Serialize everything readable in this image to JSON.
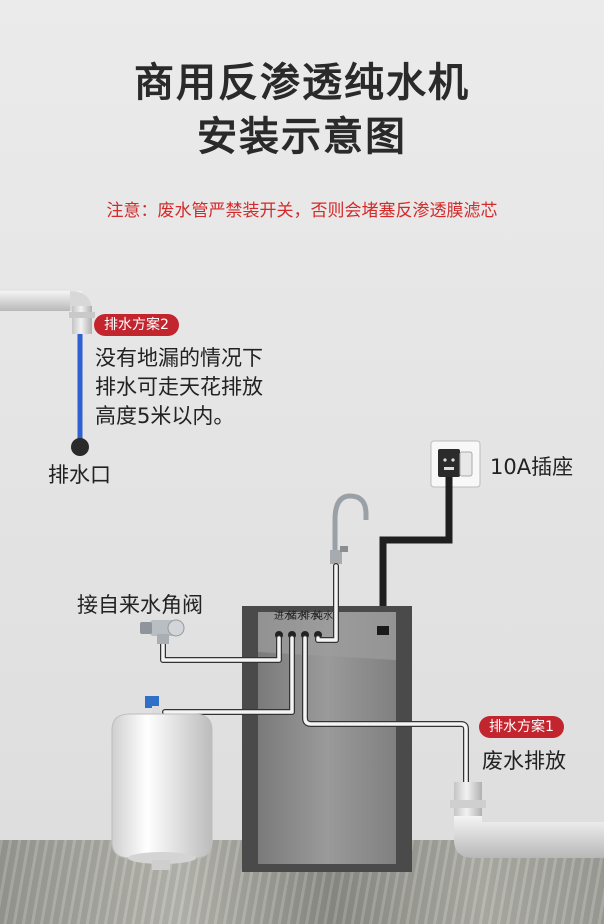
{
  "title": {
    "line1": "商用反渗透纯水机",
    "line2": "安装示意图"
  },
  "notice": "注意：废水管严禁装开关，否则会堵塞反渗透膜滤芯",
  "drain_option_2": {
    "badge": "排水方案2",
    "desc_lines": [
      "没有地漏的情况下",
      "排水可走天花排放",
      "高度5米以内。"
    ]
  },
  "drain_outlet_label": "排水口",
  "socket_label": "10A插座",
  "angle_valve_label": "接自来水角阀",
  "drain_option_1": {
    "badge": "排水方案1",
    "label": "废水排放"
  },
  "ports": [
    "进水",
    "储水",
    "排水",
    "纯水"
  ],
  "colors": {
    "accent_red": "#c3252f",
    "notice_red": "#d42a2a",
    "drain_pipe_blue": "#2f5fd0",
    "machine_frame": "#4a4a4a",
    "machine_panel": "#8c8c8c"
  }
}
